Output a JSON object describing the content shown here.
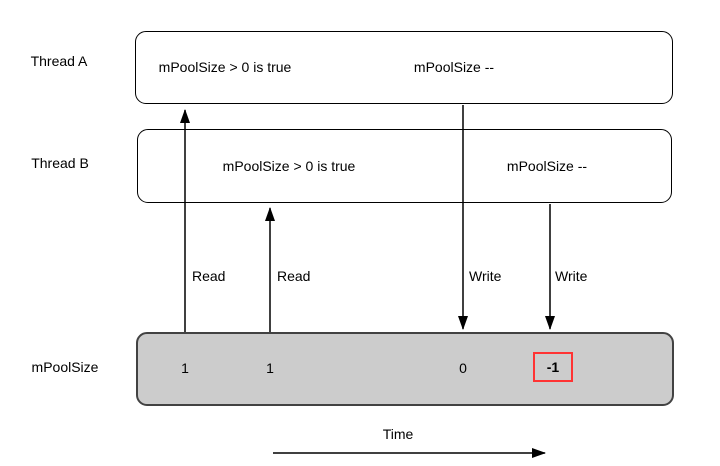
{
  "diagram": {
    "threads": [
      {
        "label": "Thread A",
        "events": [
          "mPoolSize > 0 is true",
          "mPoolSize --"
        ]
      },
      {
        "label": "Thread B",
        "events": [
          "mPoolSize > 0 is true",
          "mPoolSize --"
        ]
      }
    ],
    "variable_row": {
      "label": "mPoolSize",
      "values": [
        "1",
        "1",
        "0",
        "-1"
      ],
      "highlighted_value": "-1"
    },
    "operation_labels": [
      "Read",
      "Read",
      "Write",
      "Write"
    ],
    "time_axis_label": "Time",
    "colors": {
      "stroke": "#000000",
      "thread_box_fill": "#ffffff",
      "variable_fill": "#cccccc",
      "variable_stroke": "#424242",
      "highlight_border": "#ff3333"
    }
  }
}
